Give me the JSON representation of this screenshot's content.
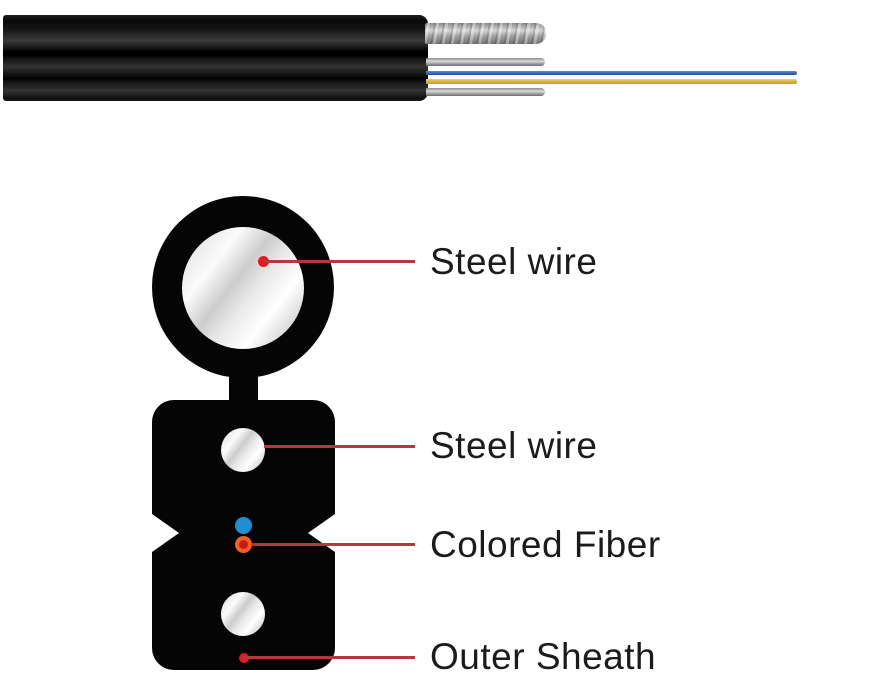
{
  "colors": {
    "accent-red": "#b5383e",
    "dot-red": "#e2191f",
    "fiber-blue": "#1f8ed2",
    "fiber-orange": "#f26022",
    "fiber-core-red": "#c81a1a",
    "cable-black": "#050505",
    "text": "#1b1b1b"
  },
  "cross_section": {
    "labels": [
      {
        "text": "Steel wire",
        "target": "messenger-steel-wire"
      },
      {
        "text": "Steel wire",
        "target": "embedded-steel-wire"
      },
      {
        "text": "Colored Fiber",
        "target": "colored-fiber"
      },
      {
        "text": "Outer Sheath",
        "target": "outer-sheath"
      }
    ]
  }
}
